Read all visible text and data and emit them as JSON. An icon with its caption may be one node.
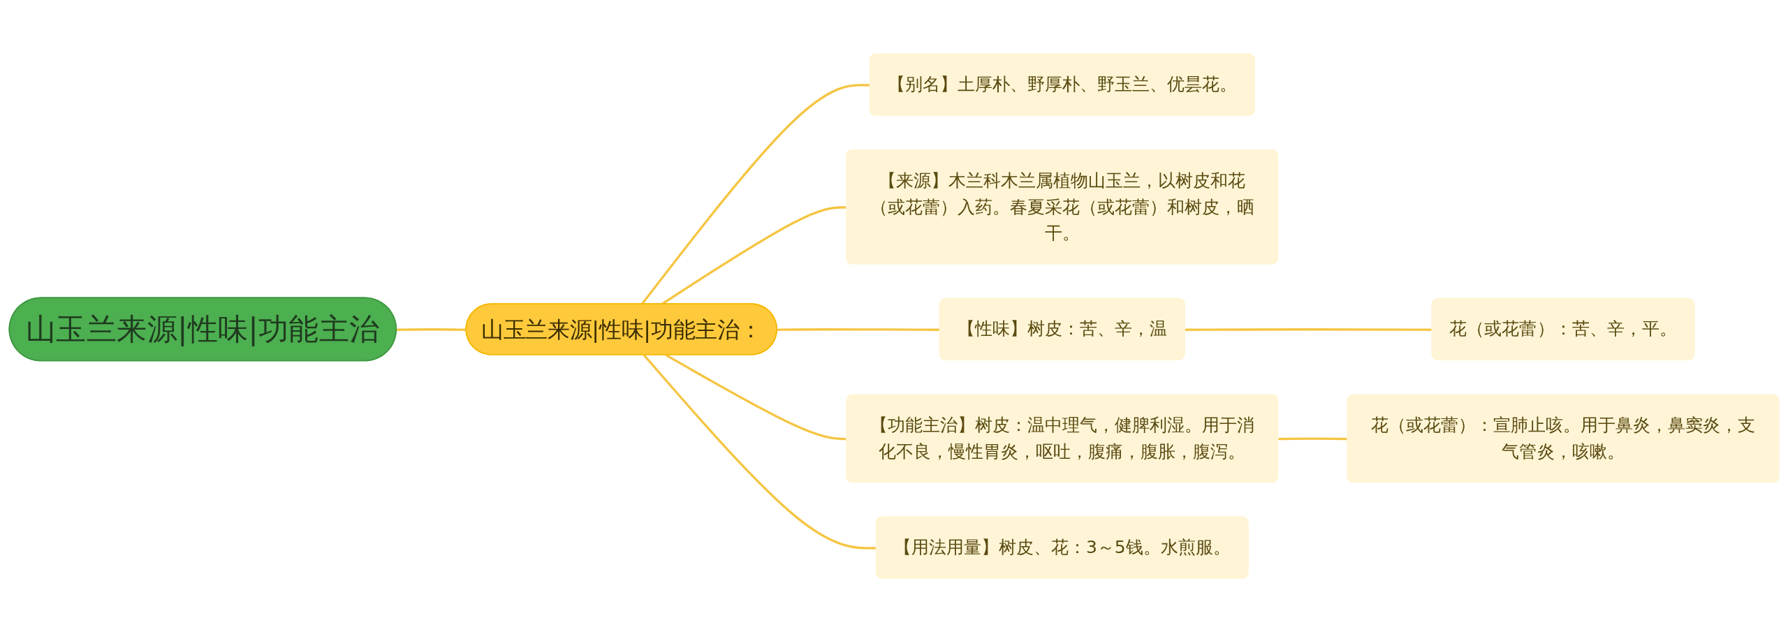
{
  "diagram": {
    "nodes": [
      {
        "text": [
          "山玉兰来源|性味|功能主治"
        ]
      },
      {
        "text": [
          "山玉兰来源|性味|功能主治："
        ]
      },
      {
        "text": [
          "【别名】土厚朴、野厚朴、野玉兰、优昙花。"
        ]
      },
      {
        "text": [
          "【来源】木兰科木兰属植物山玉兰，以树皮和花（或花蕾）入药。春夏采花（或花蕾）和树皮，晒干。"
        ]
      },
      {
        "text": [
          "【性味】树皮：苦、辛，温"
        ]
      },
      {
        "text": [
          "花（或花蕾）：苦、辛，平。"
        ]
      },
      {
        "text": [
          "【功能主治】树皮：温中理气，健脾利湿。用于消化不良，慢性胃炎，呕吐，腹痛，腹胀，腹泻。"
        ]
      },
      {
        "text": [
          "花（或花蕾）：宣肺止咳。用于鼻炎，鼻窦炎，支气管炎，咳嗽。"
        ]
      },
      {
        "text": [
          "【用法用量】树皮、花：3～5钱。水煎服。"
        ]
      }
    ],
    "edges": [
      {
        "from": 0,
        "to": 1,
        "arrow": "none"
      },
      {
        "from": 1,
        "to": 2,
        "arrow": "none"
      },
      {
        "from": 1,
        "to": 3,
        "arrow": "none"
      },
      {
        "from": 1,
        "to": 4,
        "arrow": "none"
      },
      {
        "from": 1,
        "to": 6,
        "arrow": "none"
      },
      {
        "from": 1,
        "to": 8,
        "arrow": "none"
      },
      {
        "from": 4,
        "to": 5,
        "arrow": "none"
      },
      {
        "from": 6,
        "to": 7,
        "arrow": "none"
      }
    ]
  }
}
